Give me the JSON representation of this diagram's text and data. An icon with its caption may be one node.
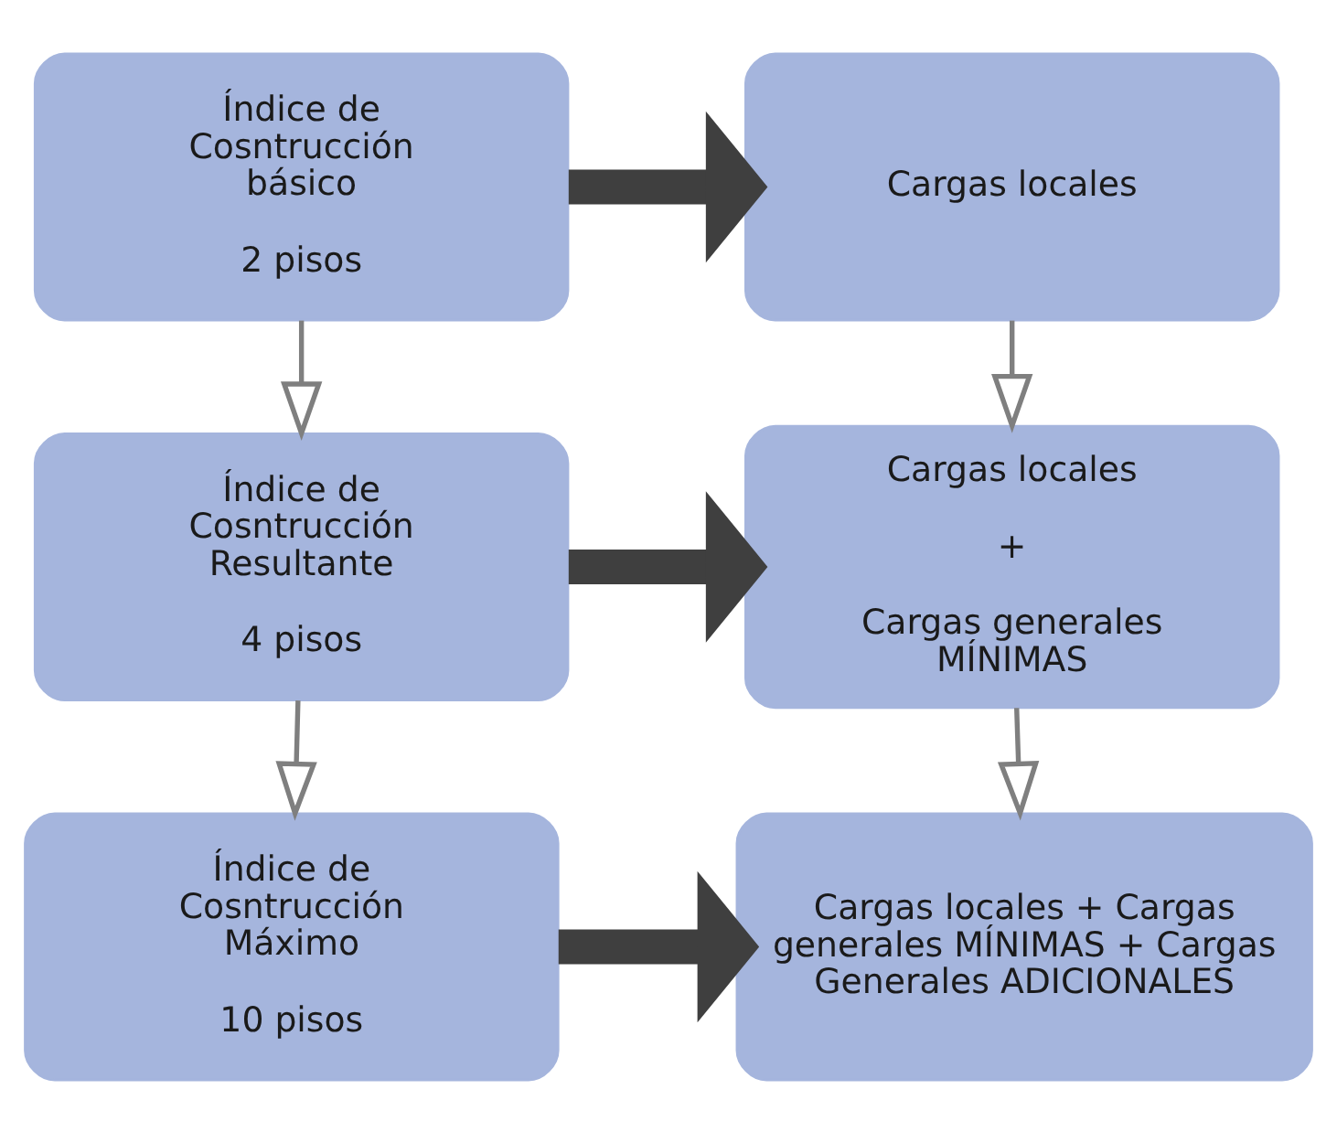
{
  "diagram": {
    "nodes": [
      {
        "text": [
          "Índice de Cosntrucción básico",
          "2 pisos"
        ]
      },
      {
        "text": [
          "Cargas locales"
        ]
      },
      {
        "text": [
          "Índice de Cosntrucción Resultante",
          "4 pisos"
        ]
      },
      {
        "text": [
          "Cargas locales",
          "+",
          "Cargas generales MÍNIMAS"
        ]
      },
      {
        "text": [
          "Índice de Cosntrucción Máximo",
          "10 pisos"
        ]
      },
      {
        "text": [
          "Cargas locales + Cargas generales MÍNIMAS + Cargas Generales ADICIONALES"
        ]
      }
    ],
    "edges": [
      {
        "from": 0,
        "to": 1,
        "arrow": "to",
        "style": "thick"
      },
      {
        "from": 0,
        "to": 2,
        "arrow": "to",
        "color": "#7f7f7f"
      },
      {
        "from": 1,
        "to": 3,
        "arrow": "to",
        "color": "#7f7f7f"
      },
      {
        "from": 2,
        "to": 3,
        "arrow": "to",
        "style": "thick"
      },
      {
        "from": 2,
        "to": 4,
        "arrow": "to",
        "color": "#7f7f7f"
      },
      {
        "from": 3,
        "to": 5,
        "arrow": "to",
        "color": "#7f7f7f"
      },
      {
        "from": 4,
        "to": 5,
        "arrow": "to",
        "style": "thick"
      }
    ]
  }
}
